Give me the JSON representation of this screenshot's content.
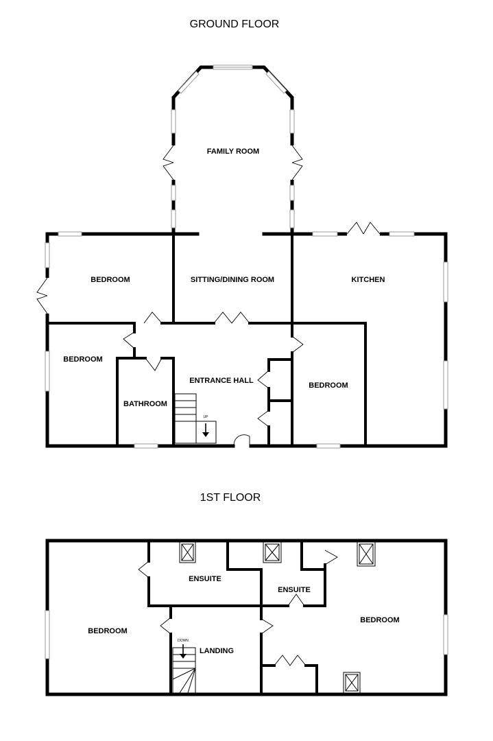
{
  "floors": {
    "ground": {
      "title": "GROUND FLOOR",
      "rooms": {
        "family_room": "FAMILY ROOM",
        "bedroom_nw": "BEDROOM",
        "sitting_dining": "SITTING/DINING ROOM",
        "kitchen": "KITCHEN",
        "bedroom_w": "BEDROOM",
        "bathroom": "BATHROOM",
        "entrance_hall": "ENTRANCE HALL",
        "bedroom_se": "BEDROOM"
      },
      "stair_label": "UP"
    },
    "first": {
      "title": "1ST FLOOR",
      "rooms": {
        "ensuite_a": "ENSUITE",
        "ensuite_b": "ENSUITE",
        "bedroom_w": "BEDROOM",
        "bedroom_e": "BEDROOM",
        "landing": "LANDING"
      },
      "stair_label": "DOWN"
    }
  }
}
